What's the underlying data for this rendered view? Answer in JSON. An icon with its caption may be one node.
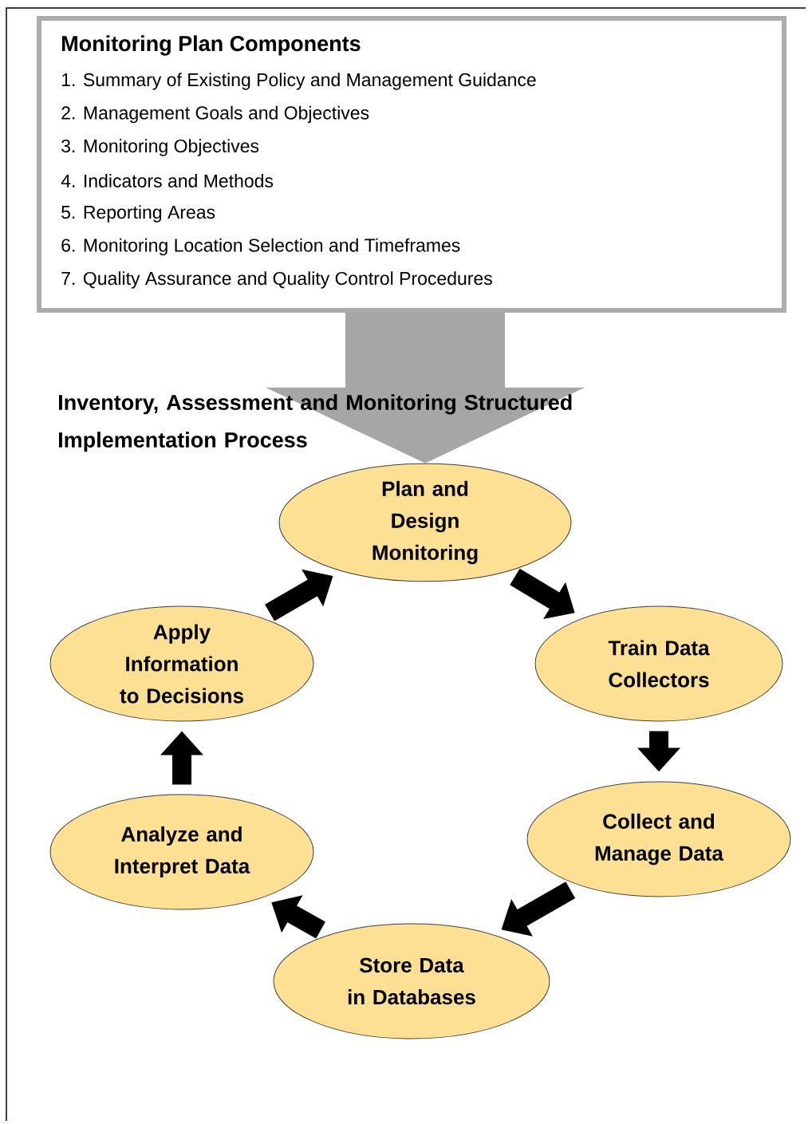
{
  "diagram": {
    "title": "Inventory, Assessment and Monitoring Structured Implementation Process",
    "nodes": [
      {
        "text": [
          "Monitoring Plan Components",
          "1. Summary of Existing Policy and Management Guidance",
          "2. Management Goals and Objectives",
          "3. Monitoring Objectives",
          "4. Indicators and Methods",
          "5. Reporting Areas",
          "6. Monitoring Location Selection and Timeframes",
          "7. Quality Assurance and Quality Control Procedures"
        ]
      },
      {
        "text": [
          "Plan and Design Monitoring"
        ]
      },
      {
        "text": [
          "Train Data Collectors"
        ]
      },
      {
        "text": [
          "Collect and Manage Data"
        ]
      },
      {
        "text": [
          "Store Data in Databases"
        ]
      },
      {
        "text": [
          "Analyze and Interpret Data"
        ]
      },
      {
        "text": [
          "Apply Information to Decisions"
        ]
      }
    ],
    "edges": [
      {
        "from": 0,
        "to": 1,
        "arrow": "to",
        "style": "thick",
        "color": "#a6a6a6"
      },
      {
        "from": 1,
        "to": 2,
        "arrow": "to"
      },
      {
        "from": 2,
        "to": 3,
        "arrow": "to"
      },
      {
        "from": 3,
        "to": 4,
        "arrow": "to"
      },
      {
        "from": 4,
        "to": 5,
        "arrow": "to"
      },
      {
        "from": 5,
        "to": 6,
        "arrow": "to"
      },
      {
        "from": 6,
        "to": 1,
        "arrow": "to"
      }
    ]
  }
}
